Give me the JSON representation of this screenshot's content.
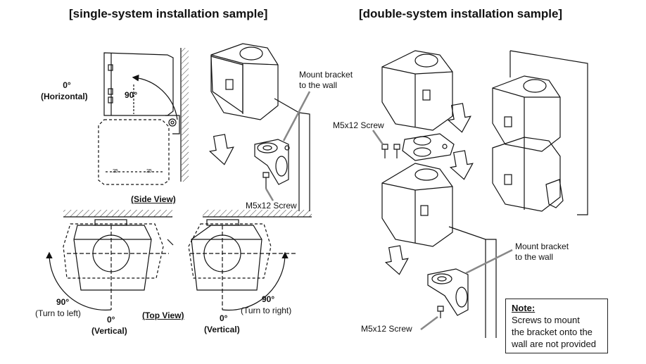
{
  "titles": {
    "single": "[single-system installation sample]",
    "double": "[double-system installation sample]"
  },
  "single": {
    "angle_0": "0°",
    "horizontal": "(Horizontal)",
    "angle_90": "90°",
    "mount_bracket": [
      "Mount bracket",
      "to the wall"
    ],
    "screw": "M5x12 Screw",
    "side_view": "(Side View)",
    "top_view": "(Top View)",
    "tick_a": "25",
    "tick_b": "25",
    "left": {
      "deg90": "90°",
      "turn": "(Turn to left)",
      "deg0": "0°",
      "vertical": "(Vertical)"
    },
    "right": {
      "deg90": "90°",
      "turn": "(Turn to right)",
      "deg0": "0°",
      "vertical": "(Vertical)"
    }
  },
  "double": {
    "screw_top": "M5x12 Screw",
    "mount_bracket": [
      "Mount bracket",
      "to the wall"
    ],
    "screw_bottom": "M5x12 Screw",
    "note": {
      "heading": "Note:",
      "lines": [
        "Screws to mount",
        "the bracket onto the",
        "wall are not provided"
      ]
    }
  }
}
